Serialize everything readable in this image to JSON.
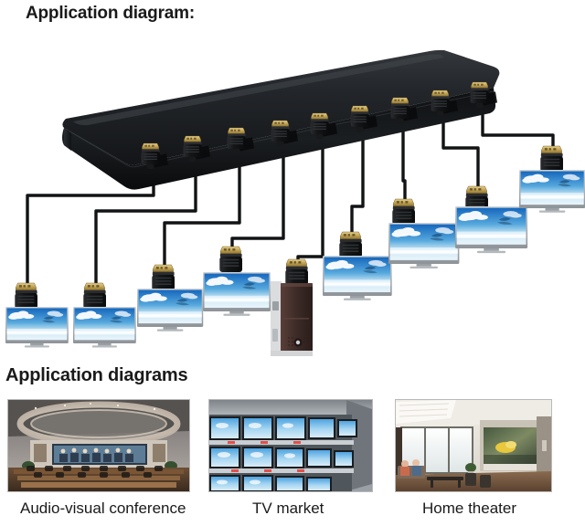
{
  "headings": {
    "top": "Application diagram:",
    "middle": "Application diagrams"
  },
  "diagram": {
    "device": {
      "name": "HDMI splitter",
      "body_color": "#17181a",
      "port_count": 9,
      "connector_contact_color": "#c8a84a"
    },
    "cable_color": "#151515",
    "outputs": [
      {
        "index": 1,
        "device": "tv"
      },
      {
        "index": 2,
        "device": "tv"
      },
      {
        "index": 3,
        "device": "tv"
      },
      {
        "index": 4,
        "device": "tv"
      },
      {
        "index": 5,
        "device": "pc-tower"
      },
      {
        "index": 6,
        "device": "tv"
      },
      {
        "index": 7,
        "device": "tv"
      },
      {
        "index": 8,
        "device": "tv"
      },
      {
        "index": 9,
        "device": "tv"
      }
    ],
    "screen_image": {
      "description": "blue sky with white clouds",
      "sky_top": "#1d6fc0",
      "sky_bottom": "#d9eef8",
      "cloud_color": "#ffffff"
    },
    "tower": {
      "case_color": "#45302c",
      "panel_color": "#e4e4e4"
    }
  },
  "gallery": [
    {
      "id": "audio-visual-conference",
      "caption": "Audio-visual conference",
      "scene": "conference-hall"
    },
    {
      "id": "tv-market",
      "caption": "TV market",
      "scene": "tv-wall"
    },
    {
      "id": "home-theater",
      "caption": "Home theater",
      "scene": "living-room"
    }
  ],
  "colors": {
    "background": "#ffffff",
    "text": "#1a1a1a",
    "photo_border": "#b9b9b9"
  }
}
